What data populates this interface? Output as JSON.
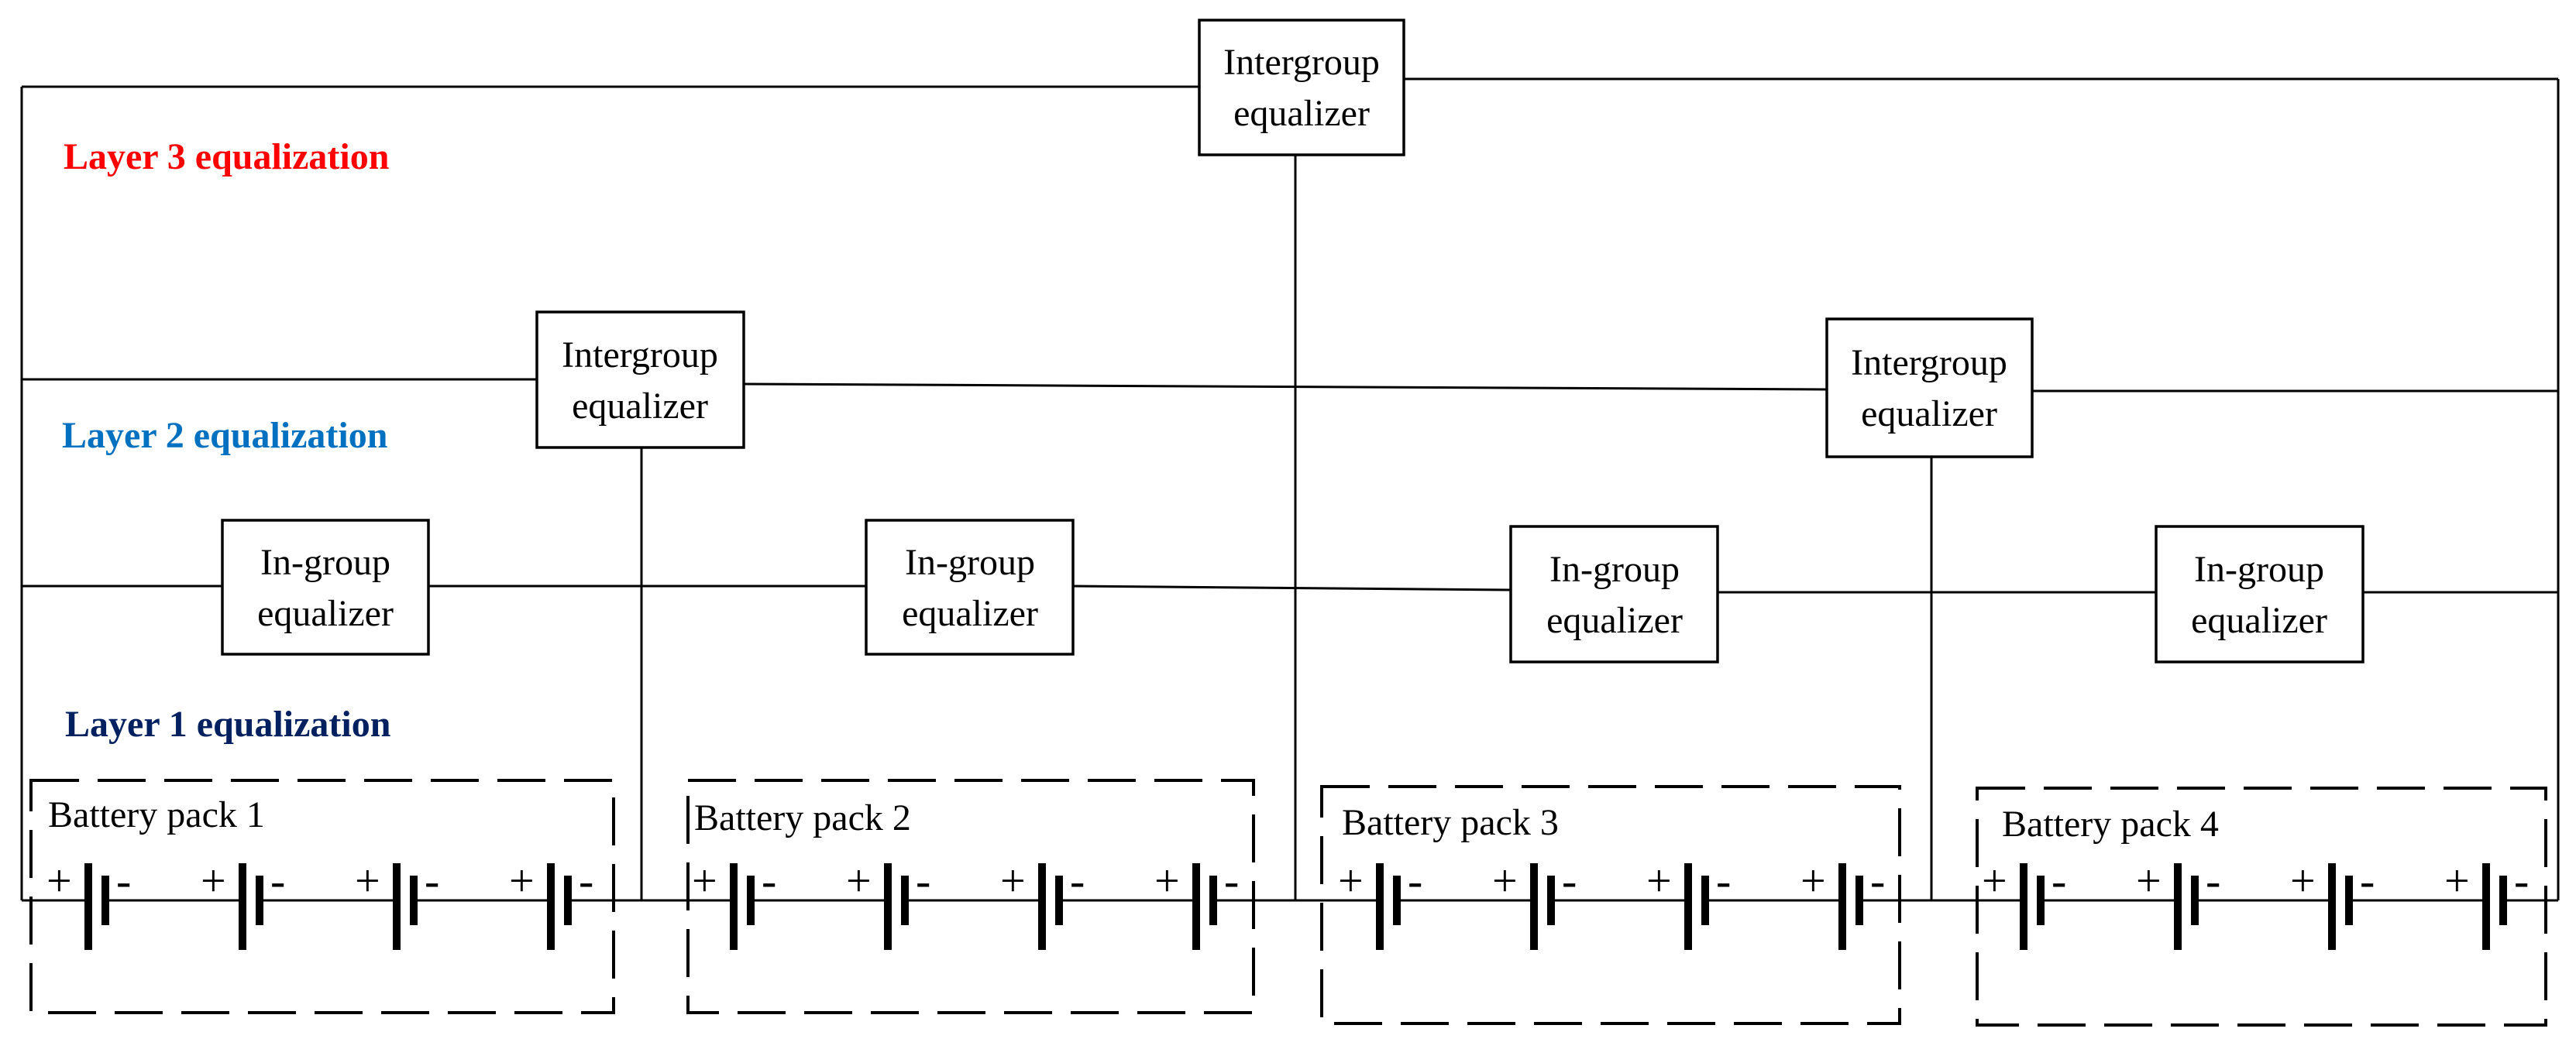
{
  "layers": [
    {
      "label": "Layer 3 equalization",
      "color": "#ff0000"
    },
    {
      "label": "Layer 2 equalization",
      "color": "#0070c0"
    },
    {
      "label": "Layer 1 equalization",
      "color": "#002060"
    }
  ],
  "equalizers": {
    "top": {
      "line1": "Intergroup",
      "line2": "equalizer"
    },
    "intergroup": [
      {
        "line1": "Intergroup",
        "line2": "equalizer"
      },
      {
        "line1": "Intergroup",
        "line2": "equalizer"
      }
    ],
    "ingroup": [
      {
        "line1": "In-group",
        "line2": "equalizer"
      },
      {
        "line1": "In-group",
        "line2": "equalizer"
      },
      {
        "line1": "In-group",
        "line2": "equalizer"
      },
      {
        "line1": "In-group",
        "line2": "equalizer"
      }
    ]
  },
  "packs": [
    {
      "label": "Battery pack 1"
    },
    {
      "label": "Battery pack 2"
    },
    {
      "label": "Battery pack 3"
    },
    {
      "label": "Battery pack 4"
    }
  ],
  "cell_signs": {
    "plus": "+",
    "minus": "-"
  }
}
